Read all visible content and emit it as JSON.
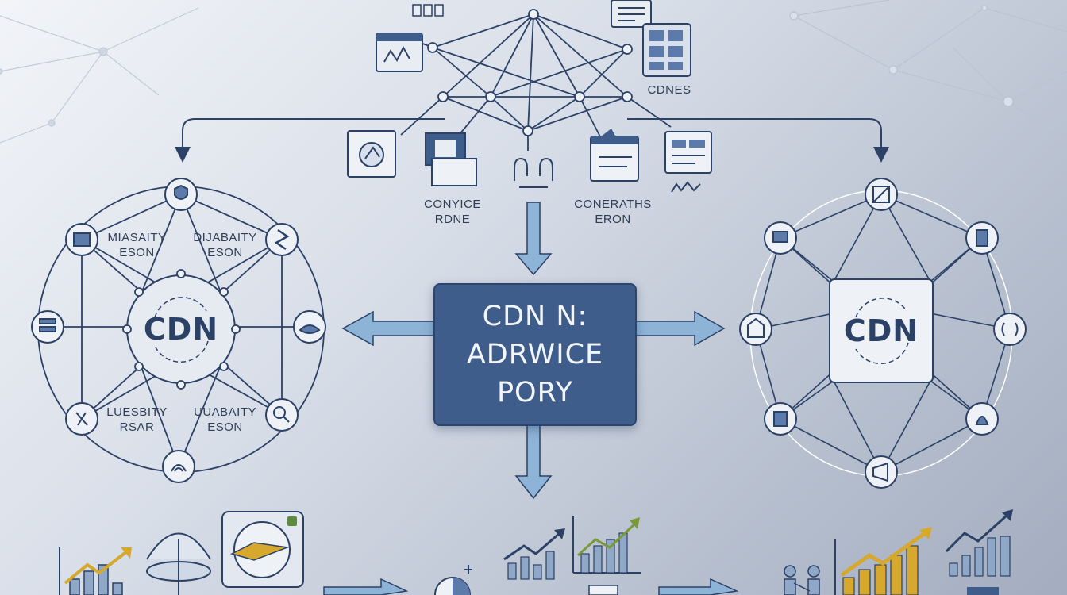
{
  "top_labels": {
    "cdnes": "CDNES",
    "left_caption": [
      "CONYICE",
      "RDNE"
    ],
    "right_caption": [
      "CONERATHS",
      "ERON"
    ]
  },
  "left_hub": {
    "title": "CDN",
    "labels": [
      [
        "MIASAITY",
        "ESON"
      ],
      [
        "DIJABAITY",
        "ESON"
      ],
      [
        "LUESBITY",
        "RSAR"
      ],
      [
        "UUABAITY",
        "ESON"
      ]
    ]
  },
  "center": {
    "lines": [
      "CDN N:",
      "ADRWICE",
      "PORY"
    ]
  },
  "right_hub": {
    "title": "CDN"
  },
  "colors": {
    "navy": "#2c4166",
    "center_fill": "#3f5d8a",
    "arrow_fill": "#8db3d6",
    "chart_gold": "#d6a82e",
    "chart_blue": "#8fa8c8"
  }
}
